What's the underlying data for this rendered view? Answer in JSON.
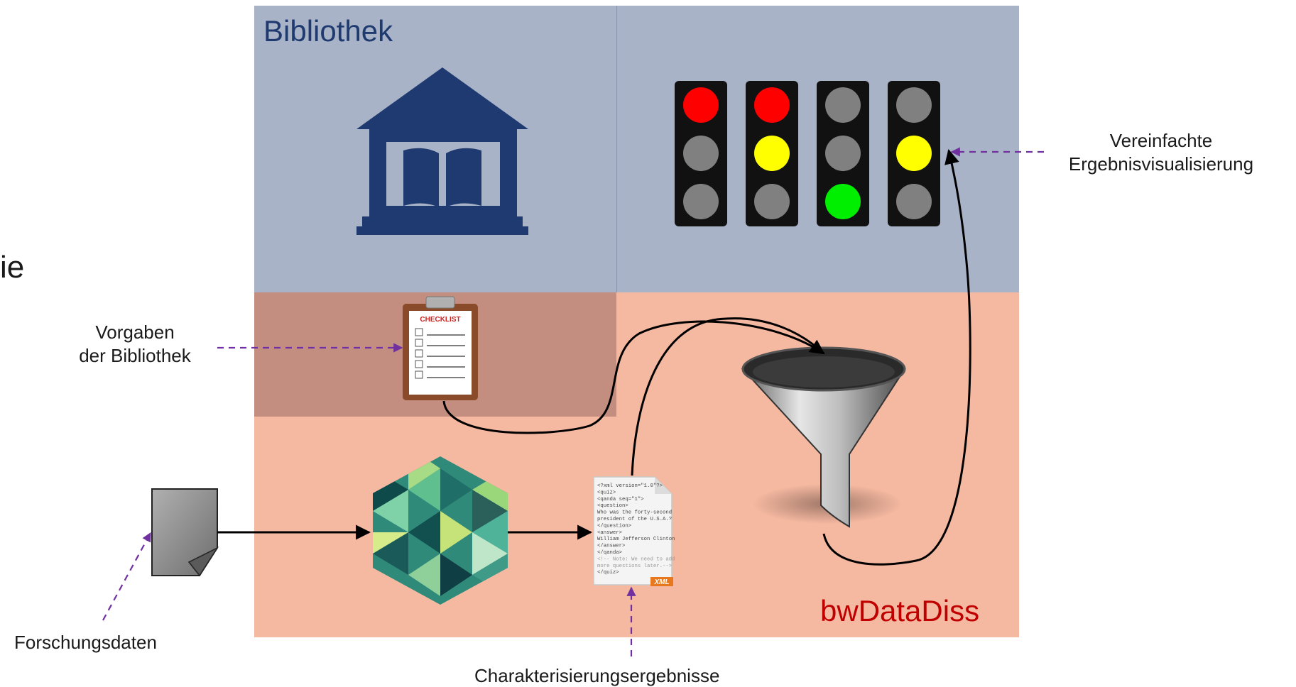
{
  "slide": {
    "fragment_text": "ie",
    "regions": {
      "library_title": "Bibliothek",
      "service_title": "bwDataDiss"
    },
    "labels": {
      "result_visualization": "Vereinfachte\nErgebnisvisualisierung",
      "library_requirements": "Vorgaben\nder Bibliothek",
      "research_data": "Forschungsdaten",
      "characterization_results": "Charakterisierungsergebnisse"
    },
    "checklist_header": "CHECKLIST",
    "xml_badge": "XML",
    "xml_snippet": [
      "<?xml version=\"1.0\"?>",
      "<quiz>",
      " <qanda seq=\"1\">",
      "  <question>",
      "   Who was the forty-second",
      "   president of the U.S.A.?",
      "  </question>",
      "  <answer>",
      "   William Jefferson Clinton",
      "  </answer>",
      " </qanda>",
      " <!-- Note: We need to add",
      "  more questions later.-->",
      "</quiz>"
    ],
    "traffic_lights": [
      {
        "top": "red",
        "middle": "off",
        "bottom": "off"
      },
      {
        "top": "red",
        "middle": "yellow",
        "bottom": "off"
      },
      {
        "top": "off",
        "middle": "off",
        "bottom": "green"
      },
      {
        "top": "off",
        "middle": "yellow",
        "bottom": "off"
      }
    ],
    "colors": {
      "library_bg": "#a9b3c8",
      "library_lower_bg": "#c38e80",
      "service_bg": "#f5b8a0",
      "library_title": "#1f3a6e",
      "service_title": "#c00000",
      "building_icon": "#1f3a70",
      "lamp_off": "#808080",
      "lamp_red": "#ff0000",
      "lamp_yellow": "#ffff00",
      "lamp_green": "#00ee00",
      "callout_arrow": "#7030a0",
      "flow_arrow": "#000000"
    }
  }
}
